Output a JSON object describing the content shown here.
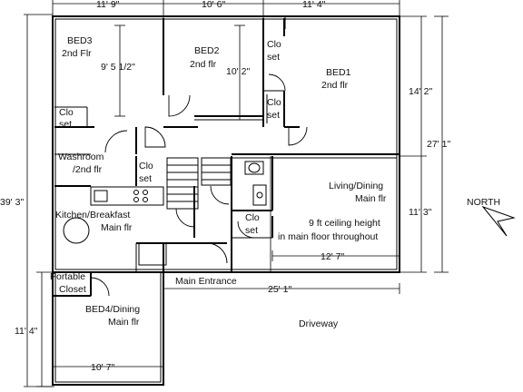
{
  "rooms": {
    "bed3": {
      "name": "BED3",
      "floor": "2nd Flr",
      "dim": "9' 5 1/2\""
    },
    "bed2": {
      "name": "BED2",
      "floor": "2nd flr",
      "dim": "10' 2\""
    },
    "bed1": {
      "name": "BED1",
      "floor": "2nd flr"
    },
    "closet_top": {
      "line1": "Clo",
      "line2": "set"
    },
    "closet_bed1": {
      "line1": "Clo",
      "line2": "set"
    },
    "closet_bed3": {
      "line1": "Clo",
      "line2": "set"
    },
    "washroom": {
      "line1": "Washroom",
      "line2": "/2nd flr"
    },
    "closet_wash": {
      "line1": "Clo",
      "line2": "set"
    },
    "living": {
      "line1": "Living/Dining",
      "line2": "Main flr",
      "note1": "9 ft ceiling height",
      "note2": "in main floor throughout",
      "dim": "12' 7\""
    },
    "kitchen": {
      "line1": "Kitchen/Breakfast",
      "line2": "Main flr"
    },
    "closet_living": {
      "line1": "Clo",
      "line2": "set"
    },
    "portable_closet": {
      "line1": "Portable",
      "line2": "Closet"
    },
    "main_entrance": "Main Entrance",
    "bed4": {
      "name": "BED4/Dining",
      "floor": "Main flr",
      "dim": "10' 7\""
    },
    "driveway": "Driveway"
  },
  "dimensions": {
    "top1": "11' 9\"",
    "top2": "10' 6\"",
    "top3": "11' 4\"",
    "right_upper": "14' 2\"",
    "right_total": "27' 1\"",
    "right_lower": "11' 3\"",
    "left_total": "39' 3\"",
    "bottom_main": "25' 1\"",
    "bed4_height": "11' 4\""
  },
  "north": "NORTH"
}
